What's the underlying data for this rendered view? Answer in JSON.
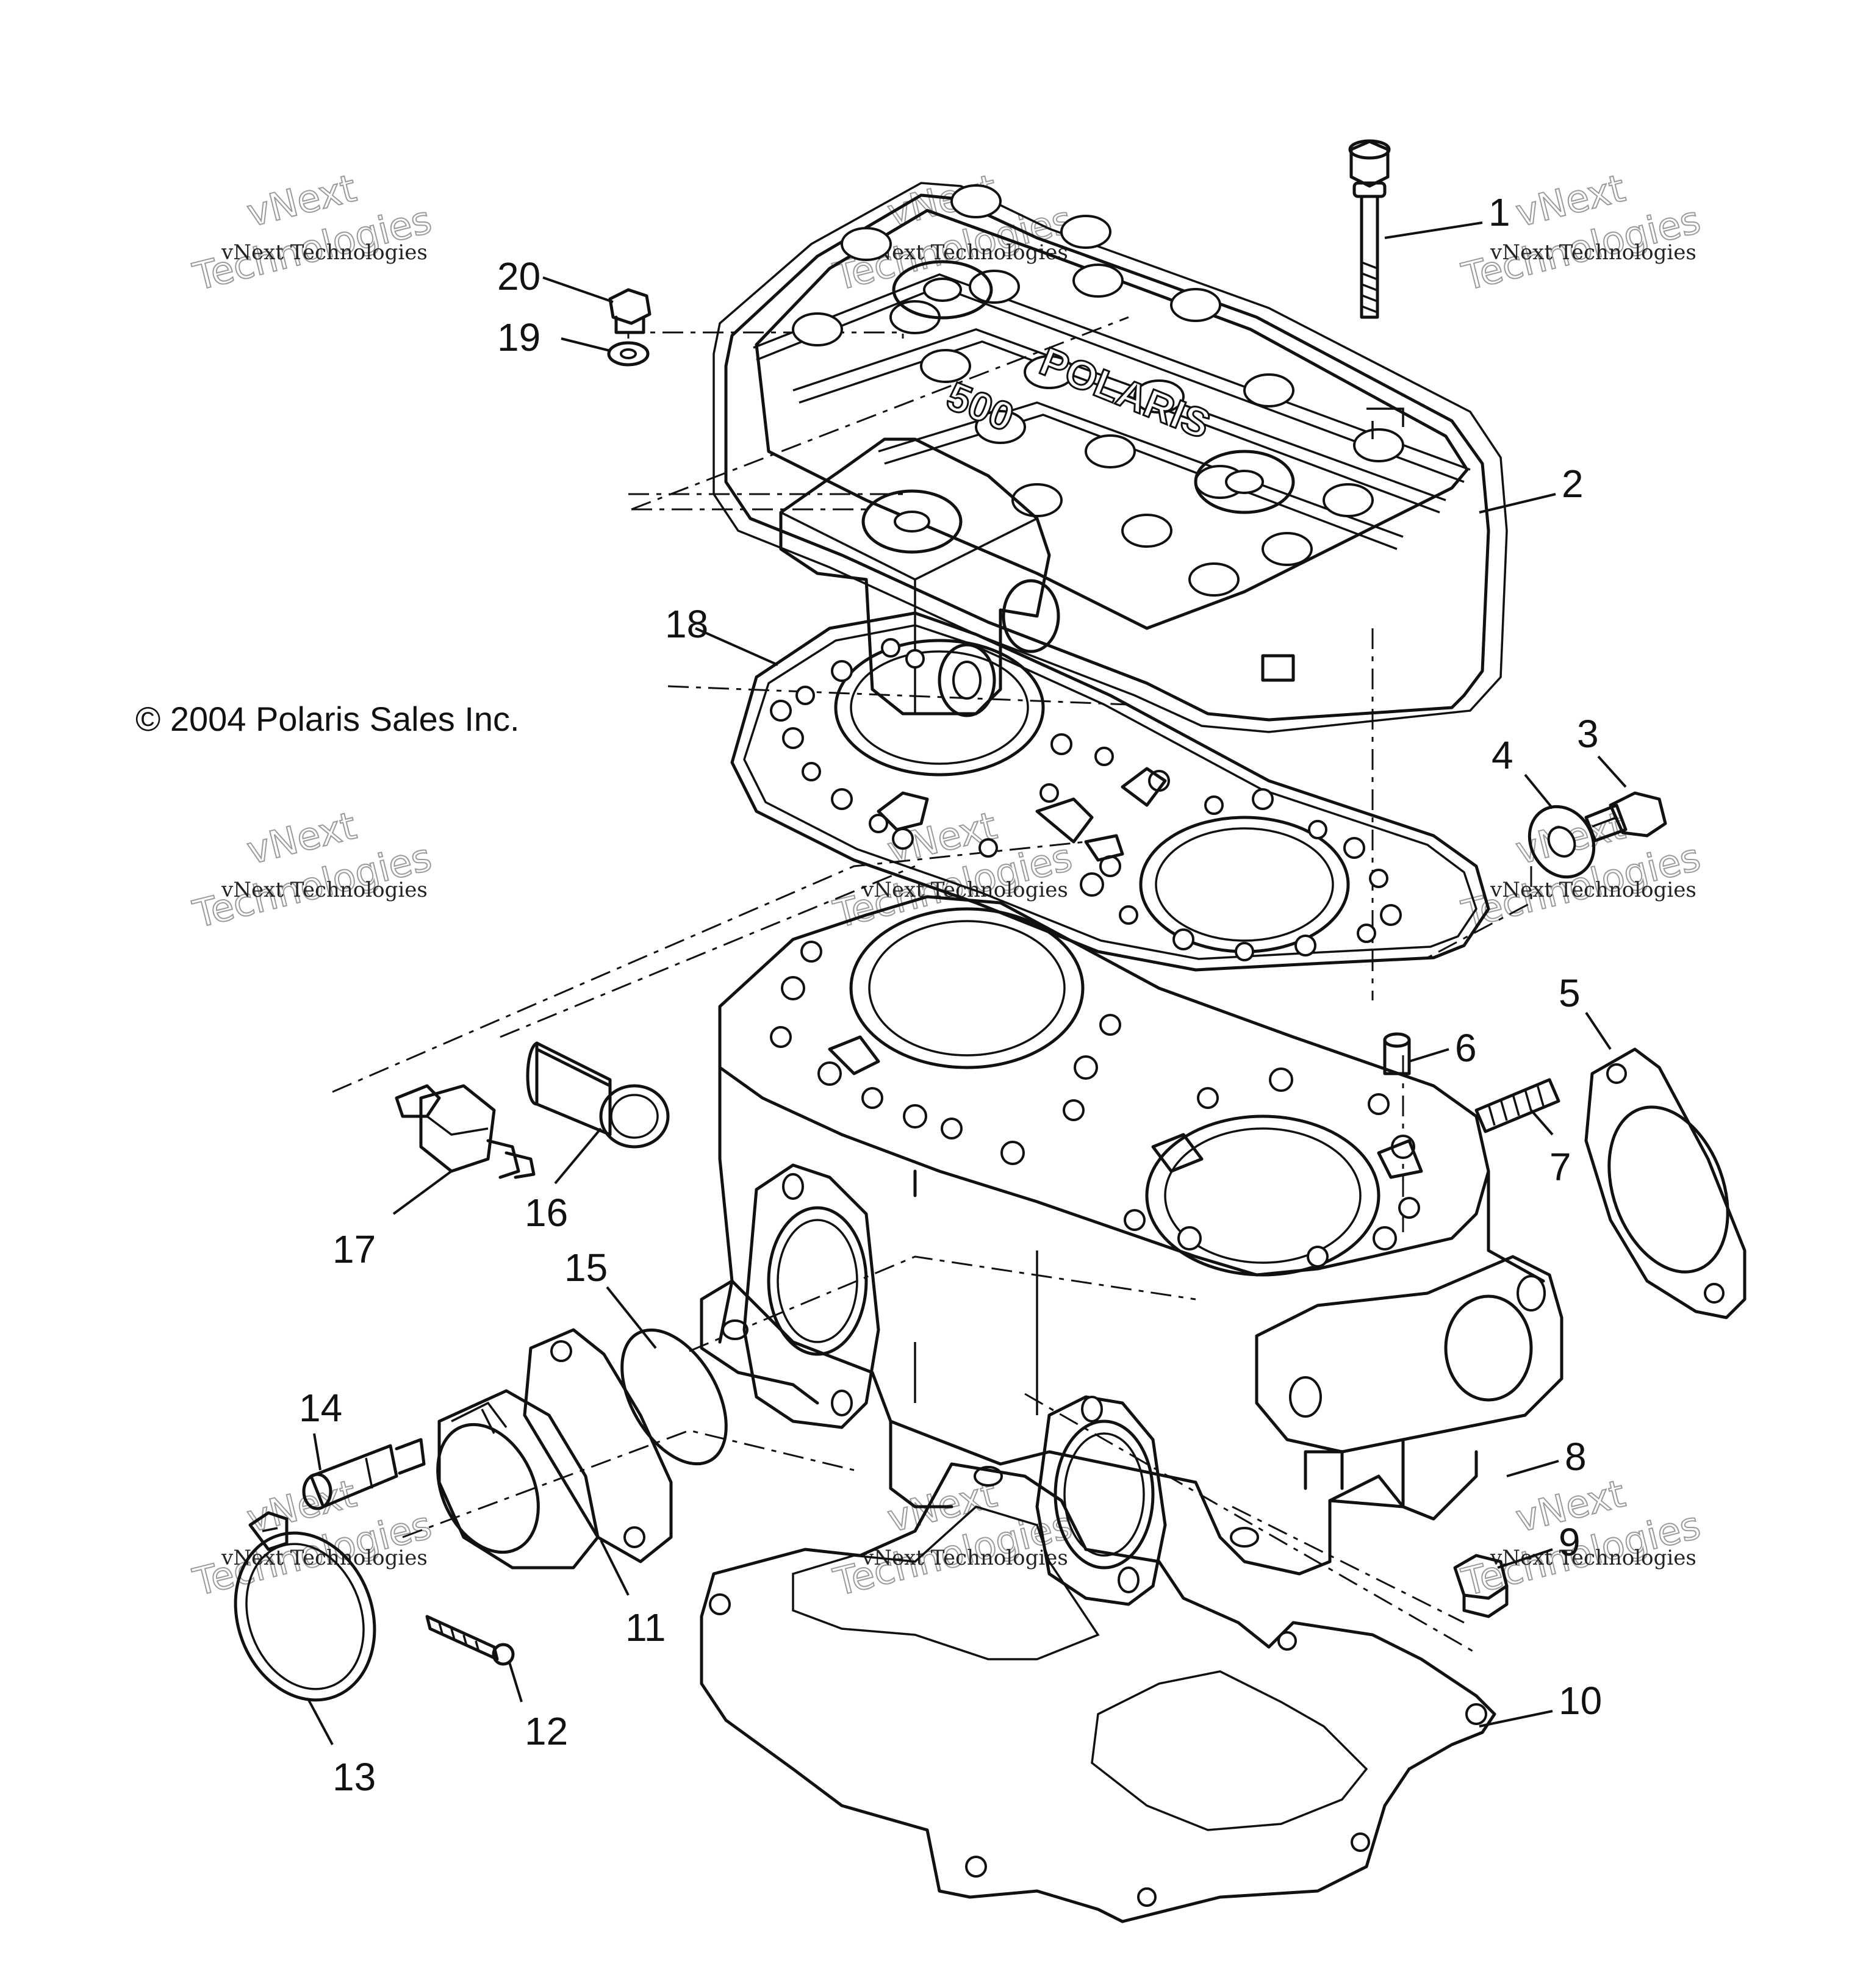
{
  "copyright": "© 2004 Polaris Sales Inc.",
  "watermark": {
    "line_small": "vNext Technologies",
    "line_big_1": "vNext",
    "line_big_2": "Technologies"
  },
  "head_cover_logo": {
    "brand": "POLARIS",
    "model": "500"
  },
  "callouts": [
    "1",
    "2",
    "3",
    "4",
    "5",
    "6",
    "7",
    "8",
    "9",
    "10",
    "11",
    "12",
    "13",
    "14",
    "15",
    "16",
    "17",
    "18",
    "19",
    "20"
  ],
  "colors": {
    "line": "#111111",
    "background": "#ffffff",
    "watermark": "#9a9a9a"
  }
}
